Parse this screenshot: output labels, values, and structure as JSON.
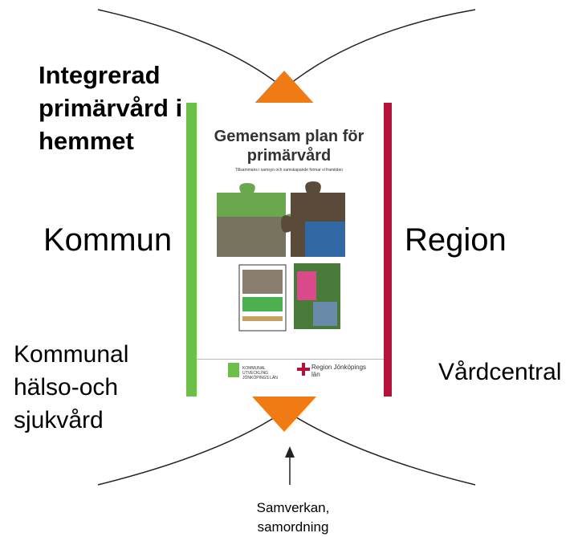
{
  "labels": {
    "integrated_title": "Integrerad primärvård i hemmet",
    "kommun": "Kommun",
    "region": "Region",
    "kommunal": "Kommunal hälso-och sjukvård",
    "vardcentral": "Vårdcentral",
    "samverkan": "Samverkan, samordning"
  },
  "cover": {
    "title": "Gemensam plan för primärvård",
    "subtitle": "Tillsammans i samsyn och samskapande formar vi framtiden",
    "footer_left": "KOMMUNAL UTVECKLING JÖNKÖPINGS LÄN",
    "footer_right": "Region Jönköpings län"
  },
  "colors": {
    "kommun_green": "#6cc04a",
    "region_red": "#b5123a",
    "accent_orange": "#f07a14"
  }
}
